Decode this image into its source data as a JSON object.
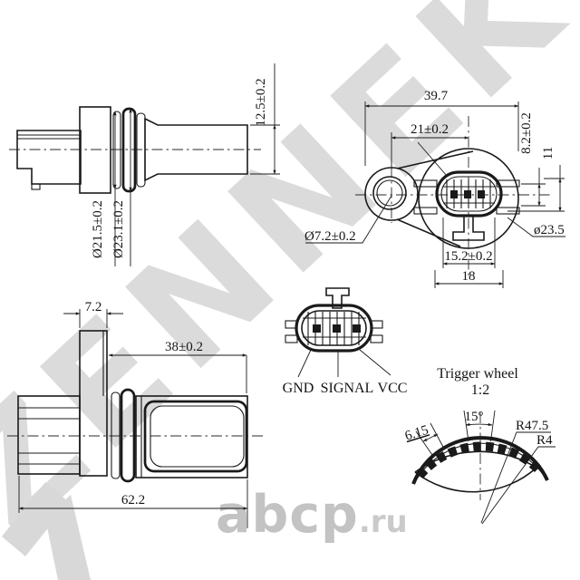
{
  "colors": {
    "line": "#1a1a1a",
    "watermark_gray": "#dbdbdb",
    "logo_gray": "#c3c3c3",
    "background": "#ffffff"
  },
  "watermark": {
    "brand": "ZENNEK"
  },
  "logo": {
    "name": "abcp",
    "tld": ".ru"
  },
  "views": {
    "side_view_top": {
      "dim_body_diameter": "12.5±0.2",
      "dim_ring_groove": "Ø21.5±0.2",
      "dim_ring_outer": "Ø23.1±0.2"
    },
    "front_view": {
      "dim_overall_width": "39.7",
      "dim_hole_to_center": "21±0.2",
      "dim_offset": "8.2±0.2",
      "dim_height": "11",
      "dim_mount_hole": "Ø7.2±0.2",
      "dim_body_diameter": "ø23.5",
      "dim_connector_inner": "15.2±0.2",
      "dim_connector_outer": "18"
    },
    "connector_pinout": {
      "pins": [
        "GND",
        "SIGNAL",
        "VCC"
      ]
    },
    "side_view_bottom": {
      "dim_flange_thickness": "7.2",
      "dim_head_length": "38±0.2",
      "dim_total_length": "62.2"
    },
    "trigger_wheel": {
      "title": "Trigger wheel",
      "scale": "1:2",
      "dim_angle": "15°",
      "dim_tooth_pitch": "6.15",
      "dim_outer_radius": "R47.5",
      "dim_fillet_radius": "R4"
    }
  }
}
